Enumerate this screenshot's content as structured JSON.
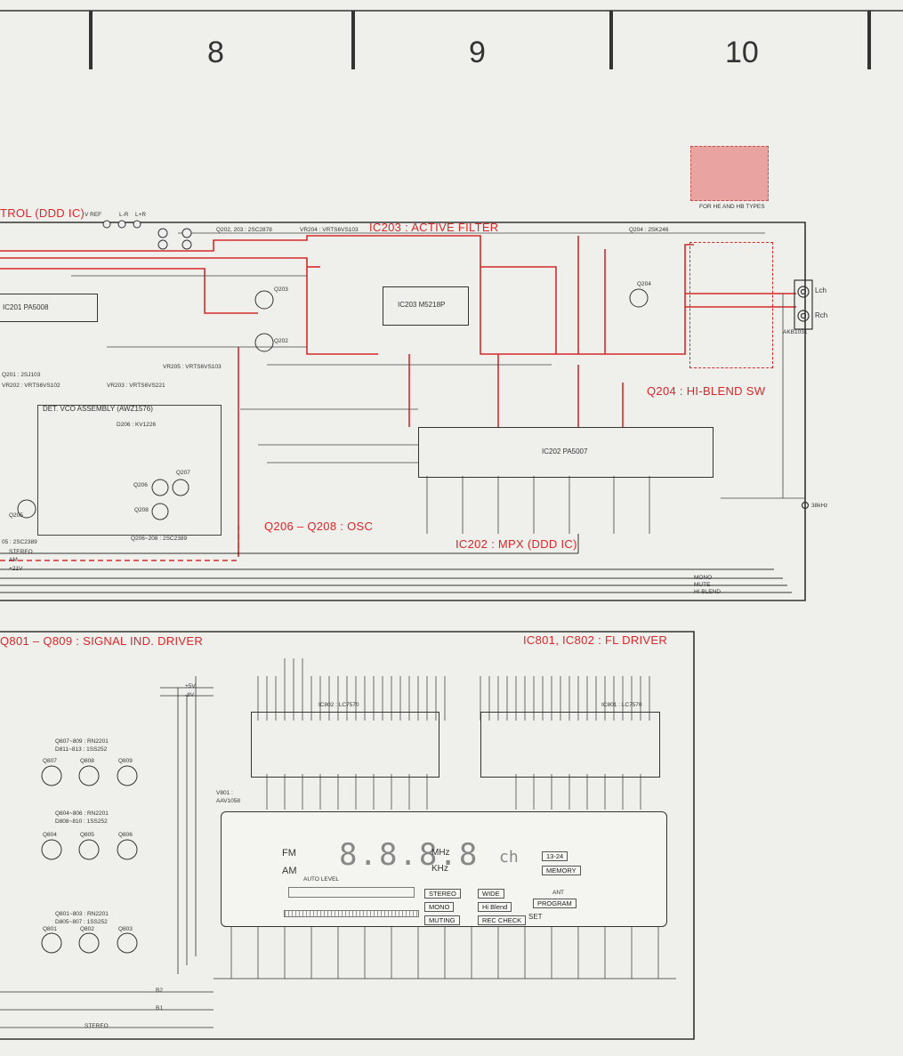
{
  "column_numbers": [
    "8",
    "9",
    "10"
  ],
  "section_titles": {
    "control_ddd": "TROL (DDD IC)",
    "active_filter": "IC203 : ACTIVE FILTER",
    "hi_blend": "Q204 : HI-BLEND SW",
    "osc": "Q206 – Q208 : OSC",
    "mpx": "IC202 : MPX (DDD IC)",
    "signal_driver": "Q801 – Q809 : SIGNAL IND. DRIVER",
    "fl_driver": "IC801, IC802 : FL DRIVER"
  },
  "top_labels": {
    "vref": "V REF",
    "lr": "L-R",
    "lpr": "L+R",
    "q202_203": "Q202, 203 : 2SC2878",
    "vr204": "VR204 : VRTS6VS103",
    "q204": "Q204 : 2SK246"
  },
  "he_hb_note": "FOR HE AND HB TYPES",
  "ic_labels": {
    "ic201": "IC201  PA5008",
    "ic203": "IC203  M5218P",
    "ic202": "IC202  PA5007",
    "ic802": "IC802 : LC7570",
    "ic801": "IC801 : LC7570",
    "det_vco": "DET. VCO ASSEMBLY (AWZ1576)",
    "d206": "D206 : KV1226"
  },
  "misc_labels": {
    "q201": "Q201 : 2SJ103",
    "vr202": "VR202 : VRTS6VS102",
    "vr203": "VR203 : VRTS6VS221",
    "vr205": "VR205 : VRTS6VS103",
    "q206_208": "Q206~208 : 2SC2389",
    "q205": "05 : 2SC2389",
    "lch": "Lch",
    "rch": "Rch",
    "akb": "AKB1031",
    "freq38": "38kHz",
    "v801": "V801 :",
    "aav": "AAV1058",
    "q807_809": "Q807~809 : RN2201",
    "d811_813": "D811~813 : 1SS252",
    "q804_806": "Q804~806 : RN2201",
    "d808_810": "D808~810 : 1SS252",
    "q801_803": "Q801~803 : RN2201",
    "d805_807": "D805~807 : 1SS252"
  },
  "bus_labels": [
    "STEREO",
    "AM",
    "+21V",
    "MONO",
    "MUTE",
    "HI BLEND",
    "+5V",
    "-8V",
    "B2",
    "B1",
    "STEREO"
  ],
  "display": {
    "fm": "FM",
    "am": "AM",
    "mhz": "MHz",
    "khz": "KHz",
    "digits": "8.8.8.8",
    "ch": "ch",
    "preset_box": "13-24",
    "memory_box": "MEMORY",
    "stereo": "STEREO",
    "wide": "WIDE",
    "mono": "MONO",
    "hi_blend": "Hi Blend",
    "muting": "MUTING",
    "rec_check": "REC CHECK",
    "program": "PROGRAM",
    "set": "SET",
    "auto_level": "AUTO LEVEL",
    "ant": "ANT"
  },
  "transistors": [
    "Q807",
    "Q808",
    "Q809",
    "Q804",
    "Q805",
    "Q806",
    "Q801",
    "Q802",
    "Q803",
    "Q203",
    "Q202",
    "Q204",
    "Q206",
    "Q207",
    "Q208",
    "Q205"
  ]
}
